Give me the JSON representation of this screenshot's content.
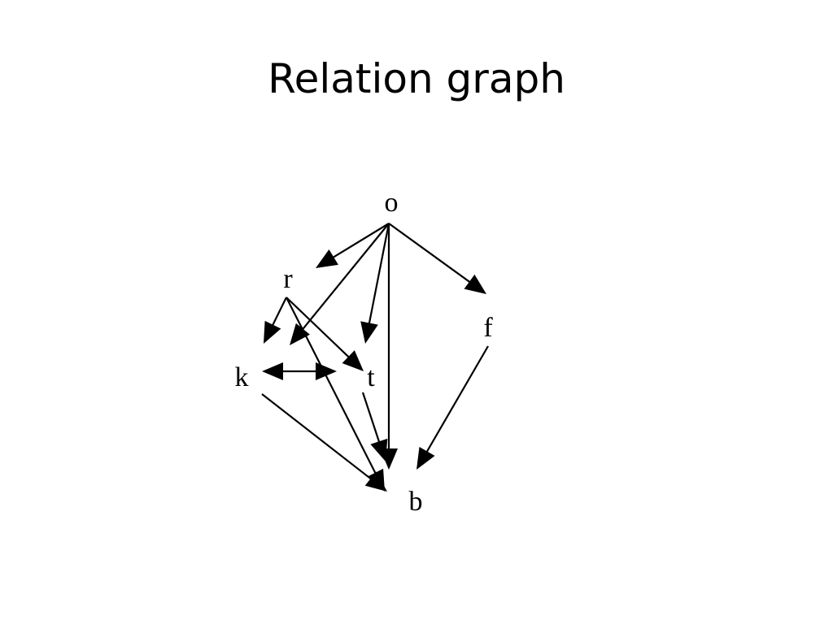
{
  "title": "Relation graph",
  "nodes": [
    {
      "id": "o",
      "label": "o"
    },
    {
      "id": "r",
      "label": "r"
    },
    {
      "id": "f",
      "label": "f"
    },
    {
      "id": "k",
      "label": "k"
    },
    {
      "id": "t",
      "label": "t"
    },
    {
      "id": "b",
      "label": "b"
    }
  ],
  "edges": [
    {
      "from": "o",
      "to": "r"
    },
    {
      "from": "o",
      "to": "k"
    },
    {
      "from": "o",
      "to": "t"
    },
    {
      "from": "o",
      "to": "b"
    },
    {
      "from": "o",
      "to": "f"
    },
    {
      "from": "r",
      "to": "k"
    },
    {
      "from": "r",
      "to": "t"
    },
    {
      "from": "r",
      "to": "b"
    },
    {
      "from": "k",
      "to": "t",
      "bidirectional": true
    },
    {
      "from": "k",
      "to": "b"
    },
    {
      "from": "t",
      "to": "b"
    },
    {
      "from": "f",
      "to": "b"
    }
  ],
  "colors": {
    "background": "#ffffff",
    "ink": "#000000"
  }
}
